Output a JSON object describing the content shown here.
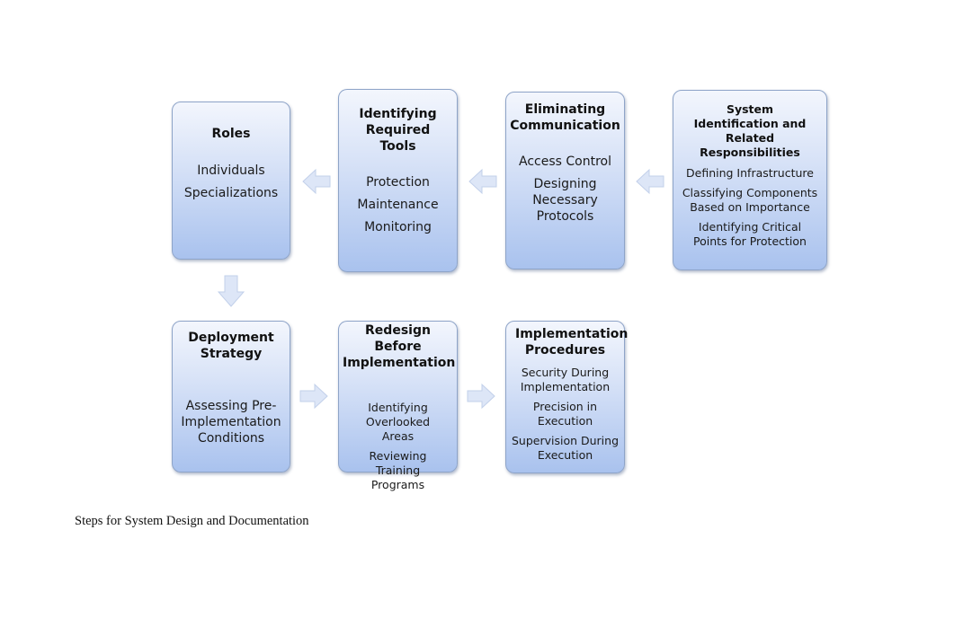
{
  "boxes": {
    "roles": {
      "title": "Roles",
      "items": [
        "Individuals",
        "Specializations"
      ]
    },
    "tools": {
      "title": "Identifying Required Tools",
      "items": [
        "Protection",
        "Maintenance",
        "Monitoring"
      ]
    },
    "communication": {
      "title": "Eliminating Communication",
      "items": [
        "Access Control",
        "Designing Necessary Protocols"
      ]
    },
    "system": {
      "title": "System Identification and Related Responsibilities",
      "items": [
        "Defining Infrastructure",
        "Classifying Components Based on Importance",
        "Identifying Critical Points for Protection"
      ]
    },
    "deployment": {
      "title": "Deployment Strategy",
      "items": [
        "Assessing Pre-Implementation Conditions"
      ]
    },
    "redesign": {
      "title": "Redesign Before Implementation",
      "items": [
        "Identifying Overlooked Areas",
        "Reviewing Training Programs"
      ]
    },
    "procedures": {
      "title": "Implementation Procedures",
      "items": [
        "Security During Implementation",
        "Precision in Execution",
        "Supervision During Execution"
      ]
    }
  },
  "caption": "Steps for System Design and Documentation",
  "colors": {
    "box_top": "#f3f6fd",
    "box_bottom": "#a9c2ee",
    "box_border": "#8ea4c8",
    "arrow_fill": "#dde6f7"
  },
  "icons": {
    "left_arrow": "left-arrow-icon",
    "down_arrow": "down-arrow-icon",
    "right_arrow": "right-arrow-icon"
  }
}
